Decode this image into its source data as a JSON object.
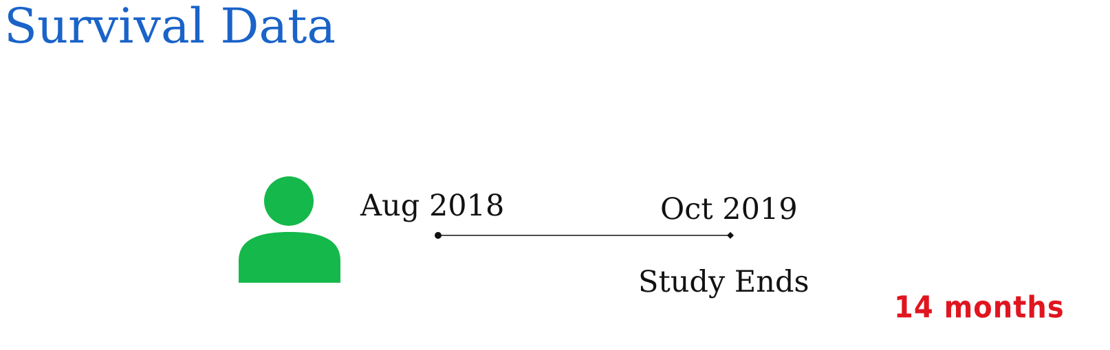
{
  "title": "Survival Data",
  "patient": {
    "icon": "person-icon",
    "color": "#15b84a"
  },
  "timeline": {
    "start_label": "Aug 2018",
    "end_label": "Oct 2019",
    "event_label": "Study Ends"
  },
  "annotation": {
    "text": "14 months",
    "color": "#e0151f"
  },
  "colors": {
    "title": "#1a63c8",
    "text": "#111111",
    "line": "#111111"
  }
}
